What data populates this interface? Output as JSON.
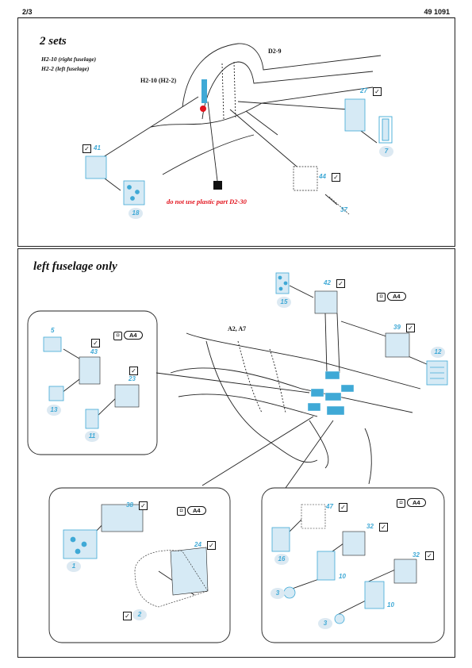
{
  "header": {
    "page": "2/3",
    "doc": "49 1091"
  },
  "top_panel": {
    "title": "2 sets",
    "note1": "H2-10 (right fuselage)",
    "note2": "H2-2 (left fuselage)",
    "label_h2": "H2-10 (H2-2)",
    "label_d2": "D2-9",
    "warning": "do not use plastic part D2-30",
    "parts": [
      "41",
      "18",
      "27",
      "7",
      "44",
      "37"
    ]
  },
  "bottom_panel": {
    "title": "left fuselage only",
    "label_a": "A2, A7",
    "tag_a4": "A4",
    "parts_main": [
      "15",
      "42",
      "39",
      "12"
    ],
    "inset_left_parts": [
      "5",
      "43",
      "23",
      "13",
      "11"
    ],
    "inset_center_parts": [
      "38",
      "24",
      "1",
      "2"
    ],
    "inset_right_parts": [
      "47",
      "16",
      "32",
      "10",
      "3",
      "32",
      "10",
      "3"
    ]
  },
  "colors": {
    "part_blue": "#3fa9d6",
    "part_fill": "#d6eaf5",
    "warning_red": "#e2141e",
    "bubble": "#dce9f2"
  },
  "icons": [
    "check-icon",
    "paint-icon"
  ]
}
